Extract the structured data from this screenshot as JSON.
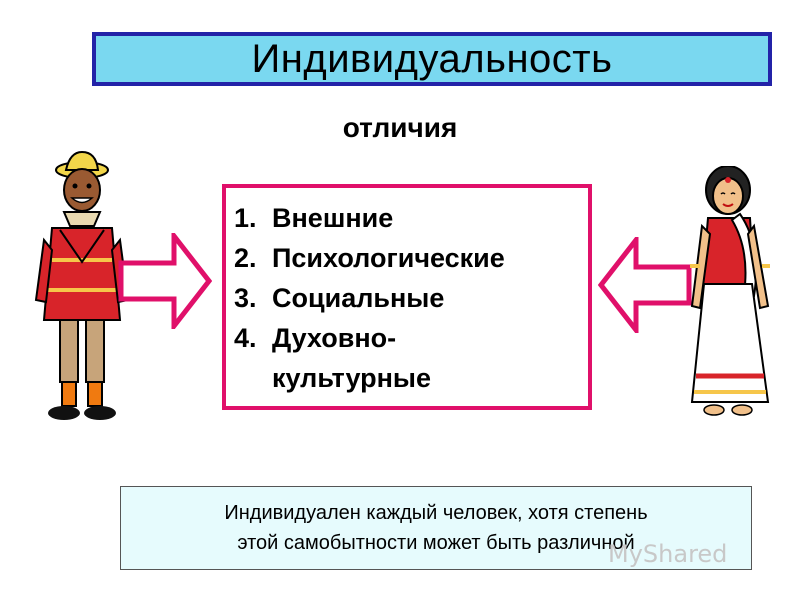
{
  "title": "Индивидуальность",
  "subtitle": "отличия",
  "list": {
    "items": [
      {
        "num": "1.",
        "text": "Внешние"
      },
      {
        "num": "2.",
        "text": "Психологические"
      },
      {
        "num": "3.",
        "text": "Социальные"
      },
      {
        "num": "4.",
        "text": "Духовно-",
        "continuation": "культурные"
      }
    ]
  },
  "note": {
    "line1": "Индивидуален каждый человек, хотя степень",
    "line2": "этой самобытности может быть различной"
  },
  "watermark": "MyShared",
  "colors": {
    "title_bg": "#7ad8f0",
    "title_border": "#2323a8",
    "accent_pink": "#e0106a",
    "note_bg": "#e6fbfd"
  },
  "icons": [
    "man-figure",
    "woman-figure",
    "arrow-right-icon",
    "arrow-left-icon"
  ]
}
